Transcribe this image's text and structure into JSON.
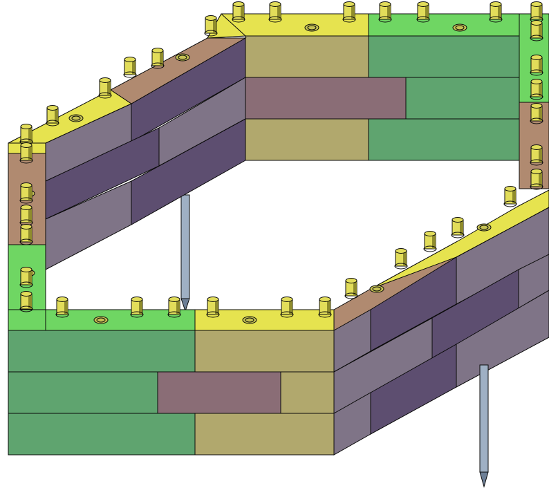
{
  "colors": {
    "background": "#ffffff",
    "outline": "#0a0a0a",
    "top_yellow": "#e6e34f",
    "top_green": "#6fd663",
    "top_brown": "#b08a70",
    "face_green": "#5fa46f",
    "face_khaki": "#b1a86d",
    "face_mauve": "#8a6d76",
    "face_gray": "#7f7487",
    "face_purple": "#5d4e70",
    "peg_fill": "#e2dd5a",
    "peg_shadow": "#8f8c2c",
    "hole_fill": "#c6c254",
    "rod_fill": "#9fb0c4",
    "rod_shadow": "#6d7f96"
  },
  "icons": {
    "peg": "cylindrical-stud",
    "hole": "round-socket",
    "rod": "steel-stake"
  }
}
